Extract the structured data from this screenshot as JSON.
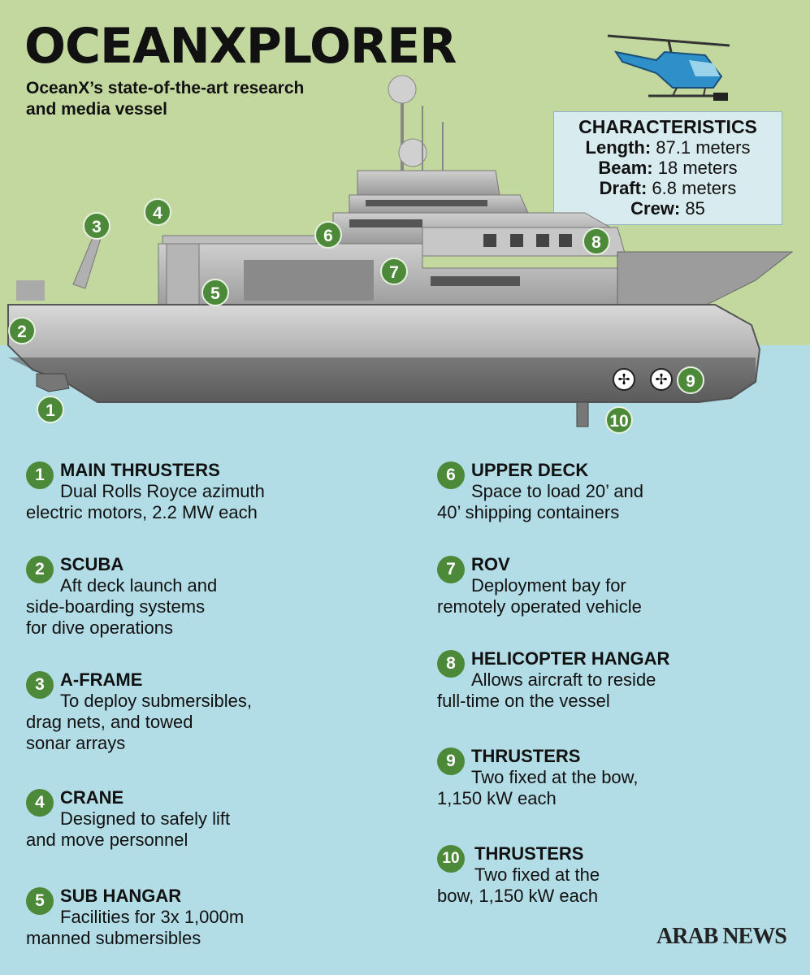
{
  "title": "OCEANXPLORER",
  "subtitle": "OceanX’s state-of-the-art research and media vessel",
  "characteristics": {
    "heading": "CHARACTERISTICS",
    "length_label": "Length:",
    "length_value": "87.1 meters",
    "beam_label": "Beam:",
    "beam_value": "18 meters",
    "draft_label": "Draft:",
    "draft_value": "6.8 meters",
    "crew_label": "Crew:",
    "crew_value": "85"
  },
  "markers": [
    "1",
    "2",
    "3",
    "4",
    "5",
    "6",
    "7",
    "8",
    "9",
    "10"
  ],
  "items": [
    {
      "num": "1",
      "title": "MAIN THRUSTERS",
      "line1": "Dual Rolls Royce azimuth",
      "line2": "electric motors, 2.2 MW each",
      "line3": ""
    },
    {
      "num": "2",
      "title": "SCUBA",
      "line1": "Aft deck launch and",
      "line2": "side-boarding systems",
      "line3": "for dive operations"
    },
    {
      "num": "3",
      "title": "A-FRAME",
      "line1": "To deploy submersibles,",
      "line2": "drag nets, and towed",
      "line3": "sonar arrays"
    },
    {
      "num": "4",
      "title": "CRANE",
      "line1": "Designed to safely lift",
      "line2": "and move personnel",
      "line3": ""
    },
    {
      "num": "5",
      "title": "SUB HANGAR",
      "line1": "Facilities for 3x 1,000m",
      "line2": "manned submersibles",
      "line3": ""
    },
    {
      "num": "6",
      "title": "UPPER DECK",
      "line1": "Space to load 20’ and",
      "line2": "40’ shipping containers",
      "line3": ""
    },
    {
      "num": "7",
      "title": "ROV",
      "line1": "Deployment bay for",
      "line2": "remotely operated vehicle",
      "line3": ""
    },
    {
      "num": "8",
      "title": "HELICOPTER HANGAR",
      "line1": "Allows aircraft to reside",
      "line2": "full-time on the vessel",
      "line3": ""
    },
    {
      "num": "9",
      "title": "THRUSTERS",
      "line1": "Two fixed at the bow,",
      "line2": "1,150 kW each",
      "line3": ""
    },
    {
      "num": "10",
      "title": "THRUSTERS",
      "line1": "Two fixed at the",
      "line2": "bow, 1,150 kW each",
      "line3": ""
    }
  ],
  "logo": "ARAB NEWS",
  "colors": {
    "sky": "#c3d89e",
    "sea": "#b3dde6",
    "marker": "#4c8a3a",
    "box": "#d8ecef"
  }
}
